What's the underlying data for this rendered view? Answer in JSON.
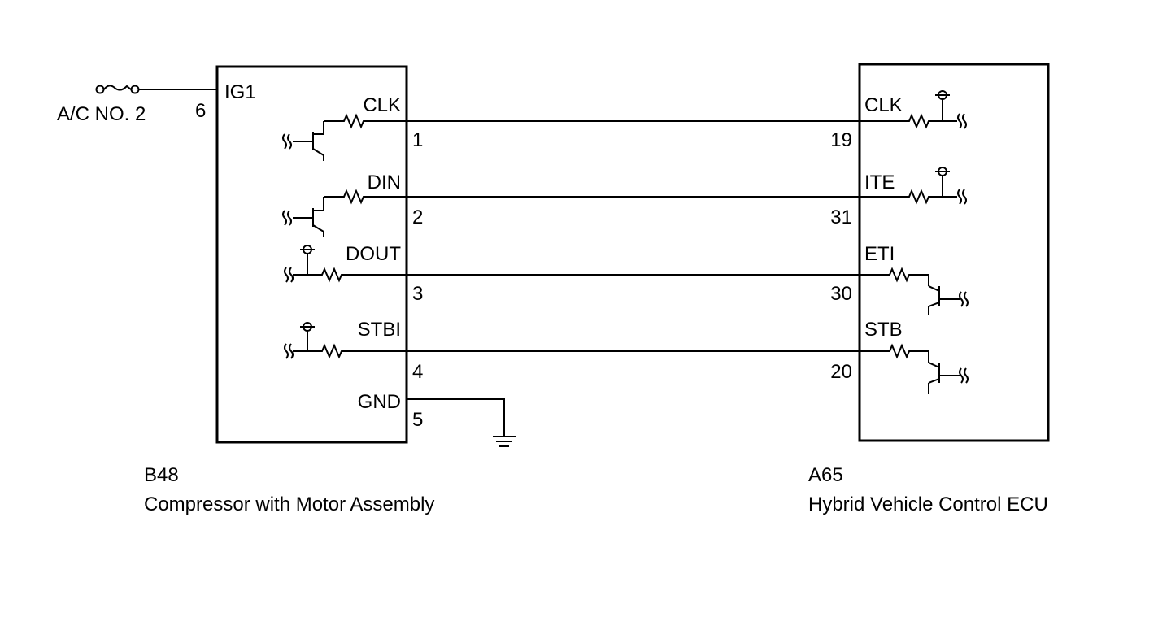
{
  "fuse": {
    "label": "A/C NO. 2"
  },
  "left_component": {
    "code": "B48",
    "name": "Compressor with Motor Assembly",
    "power": {
      "pin_label": "IG1",
      "pin_number": "6"
    },
    "pins": [
      {
        "label": "CLK",
        "number": "1"
      },
      {
        "label": "DIN",
        "number": "2"
      },
      {
        "label": "DOUT",
        "number": "3"
      },
      {
        "label": "STBI",
        "number": "4"
      },
      {
        "label": "GND",
        "number": "5"
      }
    ]
  },
  "right_component": {
    "code": "A65",
    "name": "Hybrid Vehicle Control ECU",
    "pins": [
      {
        "label": "CLK",
        "number": "19"
      },
      {
        "label": "ITE",
        "number": "31"
      },
      {
        "label": "ETI",
        "number": "30"
      },
      {
        "label": "STB",
        "number": "20"
      }
    ]
  }
}
